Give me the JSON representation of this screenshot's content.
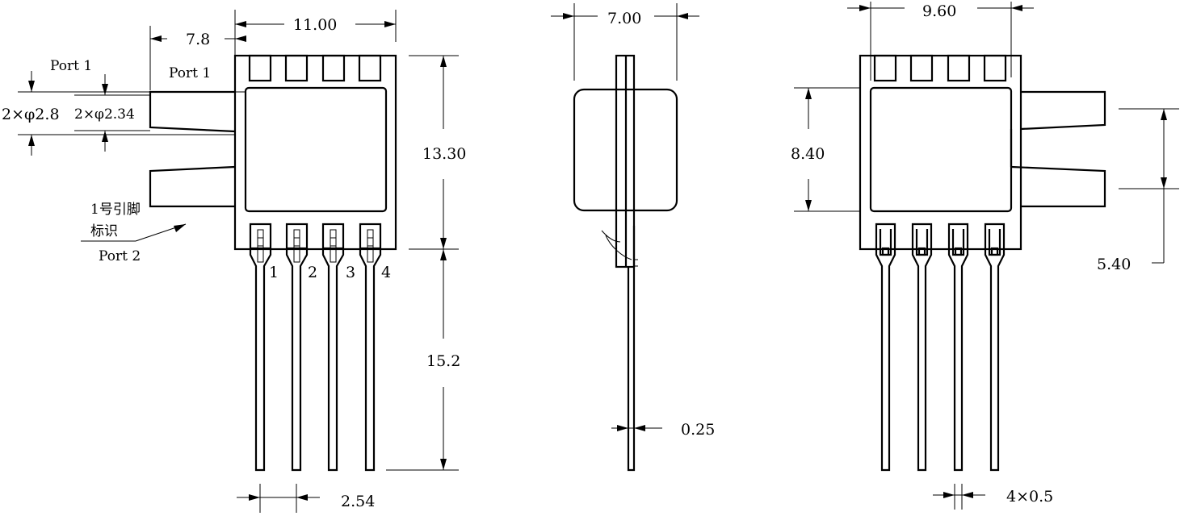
{
  "front_view": {
    "width_dim": "11.00",
    "offset_dim": "7.8",
    "height_dim": "13.30",
    "lead_length_dim": "15.2",
    "pitch_dim": "2.54",
    "port_top_outer": "Port 1",
    "port_top_inner": "Port 1",
    "port_bottom": "Port 2",
    "outer_diameter": "2×φ2.8",
    "inner_diameter": "2×φ2.34",
    "pin1_mark_line1": "1号引脚",
    "pin1_mark_line2": "标识",
    "pins": [
      "1",
      "2",
      "3",
      "4"
    ]
  },
  "side_view": {
    "width_dim": "7.00",
    "lead_thickness_dim": "0.25"
  },
  "back_view": {
    "width_dim": "9.60",
    "body_height_dim": "8.40",
    "port_spacing_dim": "5.40",
    "lead_width_dim": "4×0.5"
  }
}
